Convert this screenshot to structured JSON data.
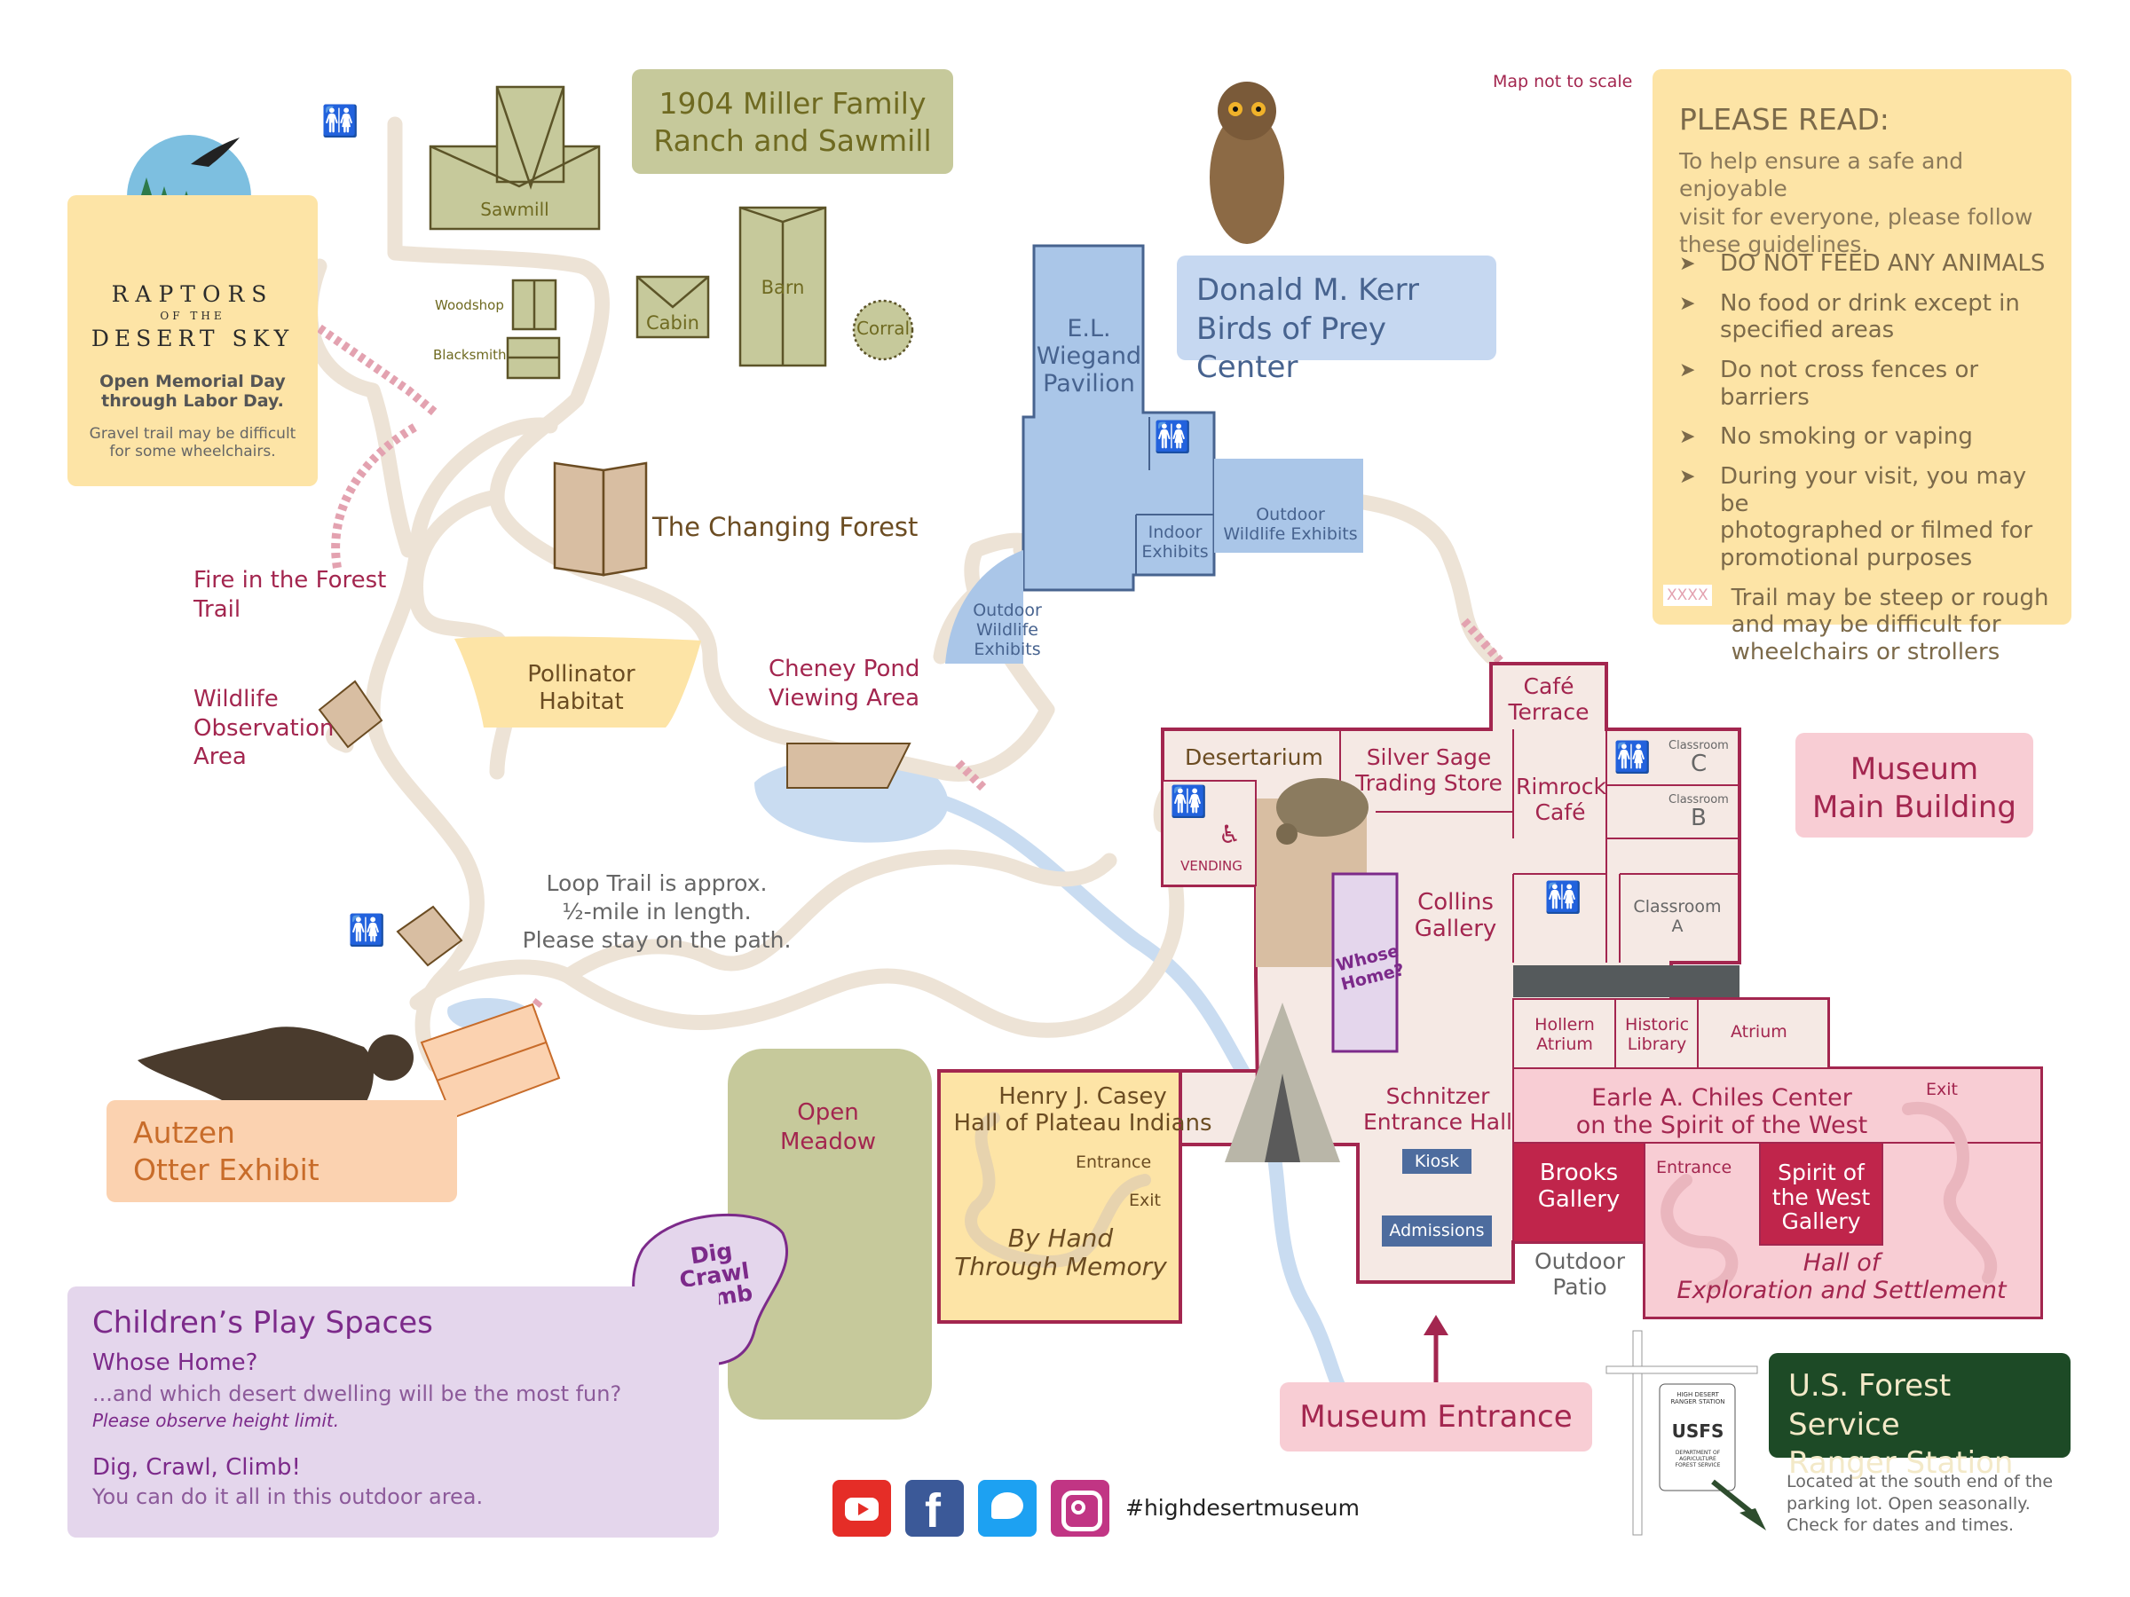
{
  "map_note": "Map not to scale",
  "logo": {
    "line1": "RAPTORS",
    "line2": "OF THE",
    "line3": "DESERT SKY",
    "season": "Open Memorial Day\nthrough Labor Day.",
    "gravel_note": "Gravel trail may be difficult\nfor some wheelchairs."
  },
  "ranch": {
    "title": "1904 Miller Family\nRanch and Sawmill",
    "sawmill": "Sawmill",
    "woodshop": "Woodshop",
    "blacksmith": "Blacksmith",
    "cabin": "Cabin",
    "barn": "Barn",
    "corral": "Corral"
  },
  "outdoor": {
    "changing_forest": "The Changing Forest",
    "fire_trail": "Fire in the Forest\nTrail",
    "wildlife_obs": "Wildlife\nObservation\nArea",
    "pollinator": "Pollinator\nHabitat",
    "cheney": "Cheney Pond\nViewing Area",
    "loop_trail": "Loop Trail is approx.\n½-mile in length.\nPlease stay on the path.",
    "otter": "Autzen\nOtter Exhibit",
    "meadow": "Open\nMeadow",
    "dig": "Dig\nCrawl\nClimb"
  },
  "birds": {
    "title": "Donald M. Kerr\nBirds of Prey Center",
    "pavilion": "E.L.\nWiegand\nPavilion",
    "indoor": "Indoor\nExhibits",
    "outdoor_right": "Outdoor\nWildlife Exhibits",
    "outdoor_left": "Outdoor\nWildlife\nExhibits"
  },
  "rules": {
    "title": "PLEASE READ:",
    "intro": "To help ensure a safe and enjoyable\nvisit for everyone, please follow\nthese guidelines.",
    "items": [
      "DO NOT FEED ANY ANIMALS",
      "No food or drink except in\nspecified areas",
      "Do not cross fences or barriers",
      "No smoking or vaping",
      "During your visit, you may be\nphotographed or filmed for\npromotional purposes"
    ],
    "legend_symbol": "XXXX",
    "legend_text": "Trail may be steep or rough\nand may be difficult for\nwheelchairs or strollers"
  },
  "museum": {
    "badge": "Museum\nMain Building",
    "cafe_terrace": "Café\nTerrace",
    "desertarium": "Desertarium",
    "silver_sage": "Silver Sage\nTrading Store",
    "rimrock": "Rimrock\nCafé",
    "classroom_c_small": "Classroom",
    "classroom_c_letter": "C",
    "classroom_b_small": "Classroom",
    "classroom_b_letter": "B",
    "classroom_a": "Classroom\nA",
    "vending": "VENDING",
    "collins": "Collins\nGallery",
    "whose_home": "Whose\nHome?",
    "hollern": "Hollern\nAtrium",
    "historic_library": "Historic\nLibrary",
    "atrium": "Atrium",
    "casey": "Henry J. Casey\nHall of Plateau Indians",
    "casey_entrance": "Entrance",
    "casey_exit": "Exit",
    "by_hand": "By Hand\nThrough Memory",
    "schnitzer": "Schnitzer\nEntrance Hall",
    "kiosk": "Kiosk",
    "admissions": "Admissions",
    "chiles": "Earle A. Chiles Center\non the Spirit of the West",
    "chiles_exit": "Exit",
    "brooks": "Brooks\nGallery",
    "chiles_entrance": "Entrance",
    "spirit": "Spirit of\nthe West\nGallery",
    "hall_exploration": "Hall of\nExploration and Settlement",
    "outdoor_patio": "Outdoor\nPatio",
    "entrance_badge": "Museum Entrance"
  },
  "ranger": {
    "title": "U.S. Forest Service\nRanger Station",
    "note": "Located at the south end of the\nparking lot. Open seasonally.\nCheck for dates and times.",
    "sign_top": "HIGH DESERT\nRANGER STATION",
    "sign_mid": "USFS",
    "sign_bottom": "DEPARTMENT OF AGRICULTURE\nFOREST SERVICE"
  },
  "play": {
    "title": "Children’s Play Spaces",
    "h1": "Whose Home?",
    "t1": "...and which desert dwelling will be the most fun?",
    "t1_note": "Please observe height limit.",
    "h2": "Dig, Crawl, Climb!",
    "t2": "You can do it all in this outdoor area."
  },
  "social": {
    "hashtag": "#highdesertmuseum",
    "icons": [
      "youtube-icon",
      "facebook-icon",
      "twitter-icon",
      "instagram-icon"
    ]
  },
  "colors": {
    "trail": "#ede3d6",
    "maroon": "#a3264f",
    "museum_fill": "#f5e9e4",
    "birds_fill": "#aac6e8",
    "ranch_fill": "#c6c99b",
    "rules_fill": "#fde4a6",
    "casey_fill": "#fde4a6",
    "play_fill": "#e4d6ec",
    "otter_fill": "#fbd2b0",
    "ranger_fill": "#1d4a26"
  }
}
